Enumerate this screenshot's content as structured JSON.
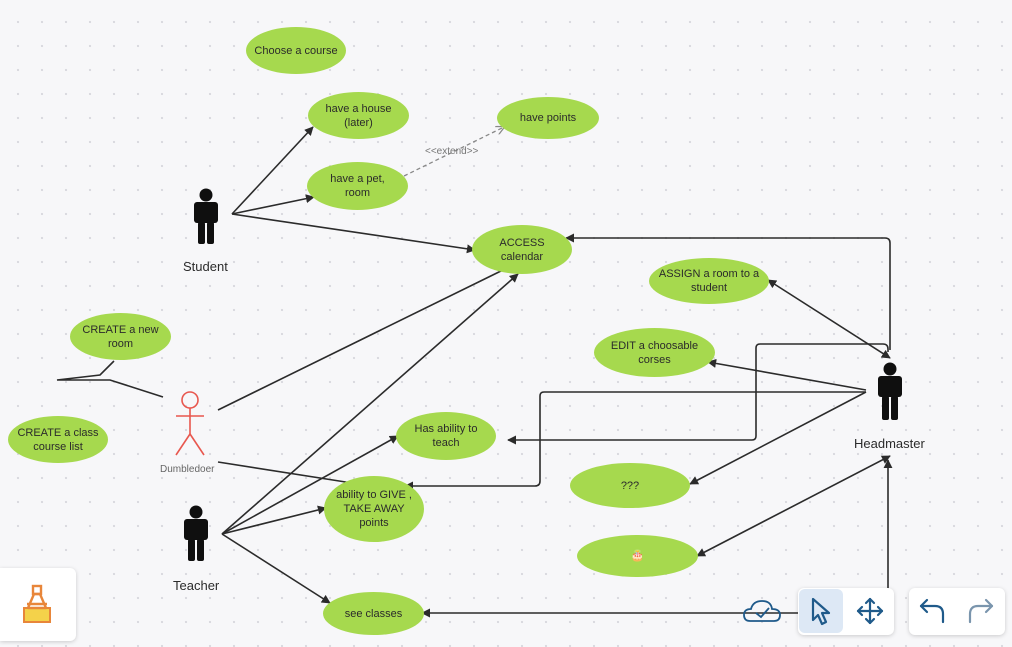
{
  "diagram": {
    "use_cases": {
      "choose_course": "Choose a course",
      "have_house": "have a house\n(later)",
      "have_points": "have points",
      "have_pet": "have a pet,\nroom",
      "access_calendar": "ACCESS\ncalendar",
      "assign_room": "ASSIGN a room to a\nstudent",
      "create_room": "CREATE a new\nroom",
      "edit_courses": "EDIT a choosable\ncorses",
      "create_class": "CREATE a class\ncourse list",
      "ability_teach": "Has ability to\nteach",
      "question": "???",
      "give_points": "ability to GIVE ,\nTAKE AWAY\npoints",
      "cake": "🎂",
      "see_classes": "see classes"
    },
    "extend_label": "<<extend>>",
    "actors": {
      "student": "Student",
      "dumbledore": "Dumbledoer",
      "teacher": "Teacher",
      "headmaster": "Headmaster"
    },
    "colors": {
      "use_case_fill": "#a6d94e",
      "line": "#2b2b2b",
      "dumbledore_actor": "#e8574e",
      "accent": "#1f5a8a"
    }
  },
  "toolbar": {
    "app_icon": "marker-icon",
    "sync_icon": "cloud-check-icon",
    "select_icon": "cursor-icon",
    "move_icon": "move-icon",
    "undo_icon": "undo-icon",
    "redo_icon": "redo-icon"
  }
}
